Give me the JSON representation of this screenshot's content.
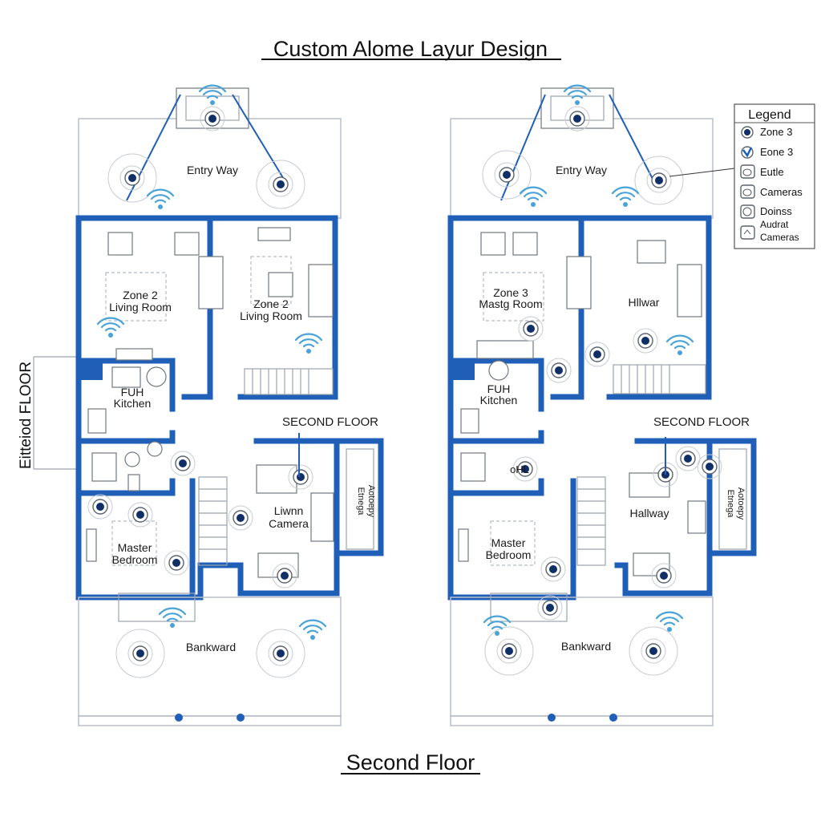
{
  "title": "Custom Alome Layur Design",
  "footer_title": "Second Floor",
  "side_label": "Eitteiod FLOOR",
  "left_plan": {
    "entry": "Entry Way",
    "room1": [
      "Zone 2",
      "Living Room"
    ],
    "room2": [
      "Zone 2",
      "Living Room"
    ],
    "kitchen": [
      "FUH",
      "Kitchen"
    ],
    "floor_label": "SECOND FLOOR",
    "bedroom": [
      "Master",
      "Bedroom"
    ],
    "living": [
      "Liwnn",
      "Camera"
    ],
    "balcony": [
      "Etnega",
      "Aotoepy"
    ],
    "yard": "Bankward"
  },
  "right_plan": {
    "entry": "Entry Way",
    "room1": [
      "Zone 3",
      "Mastg Room"
    ],
    "room2": "Hllwar",
    "kitchen": [
      "FUH",
      "Kitchen"
    ],
    "bath": "oHL",
    "floor_label": "SECOND FLOOR",
    "bedroom": [
      "Master",
      "Bedroom"
    ],
    "hallway": "Hallway",
    "balcony": [
      "Etnega",
      "Aotoepy"
    ],
    "yard": "Bankward"
  },
  "legend": {
    "title": "Legend",
    "items": [
      {
        "icon": "dome-camera-icon",
        "label": "Zone 3"
      },
      {
        "icon": "wifi-camera-icon",
        "label": "Eone 3"
      },
      {
        "icon": "circle-outline-icon",
        "label": "Eutle"
      },
      {
        "icon": "camera-outline-icon",
        "label": "Cameras"
      },
      {
        "icon": "ring-icon",
        "label": "Doinss"
      },
      {
        "icon": "audio-camera-icon",
        "label": "Audrat Cameras"
      }
    ]
  },
  "colors": {
    "wall": "#1f5fb8",
    "wifi": "#4aa3d8",
    "camera": "#0f2f66"
  }
}
